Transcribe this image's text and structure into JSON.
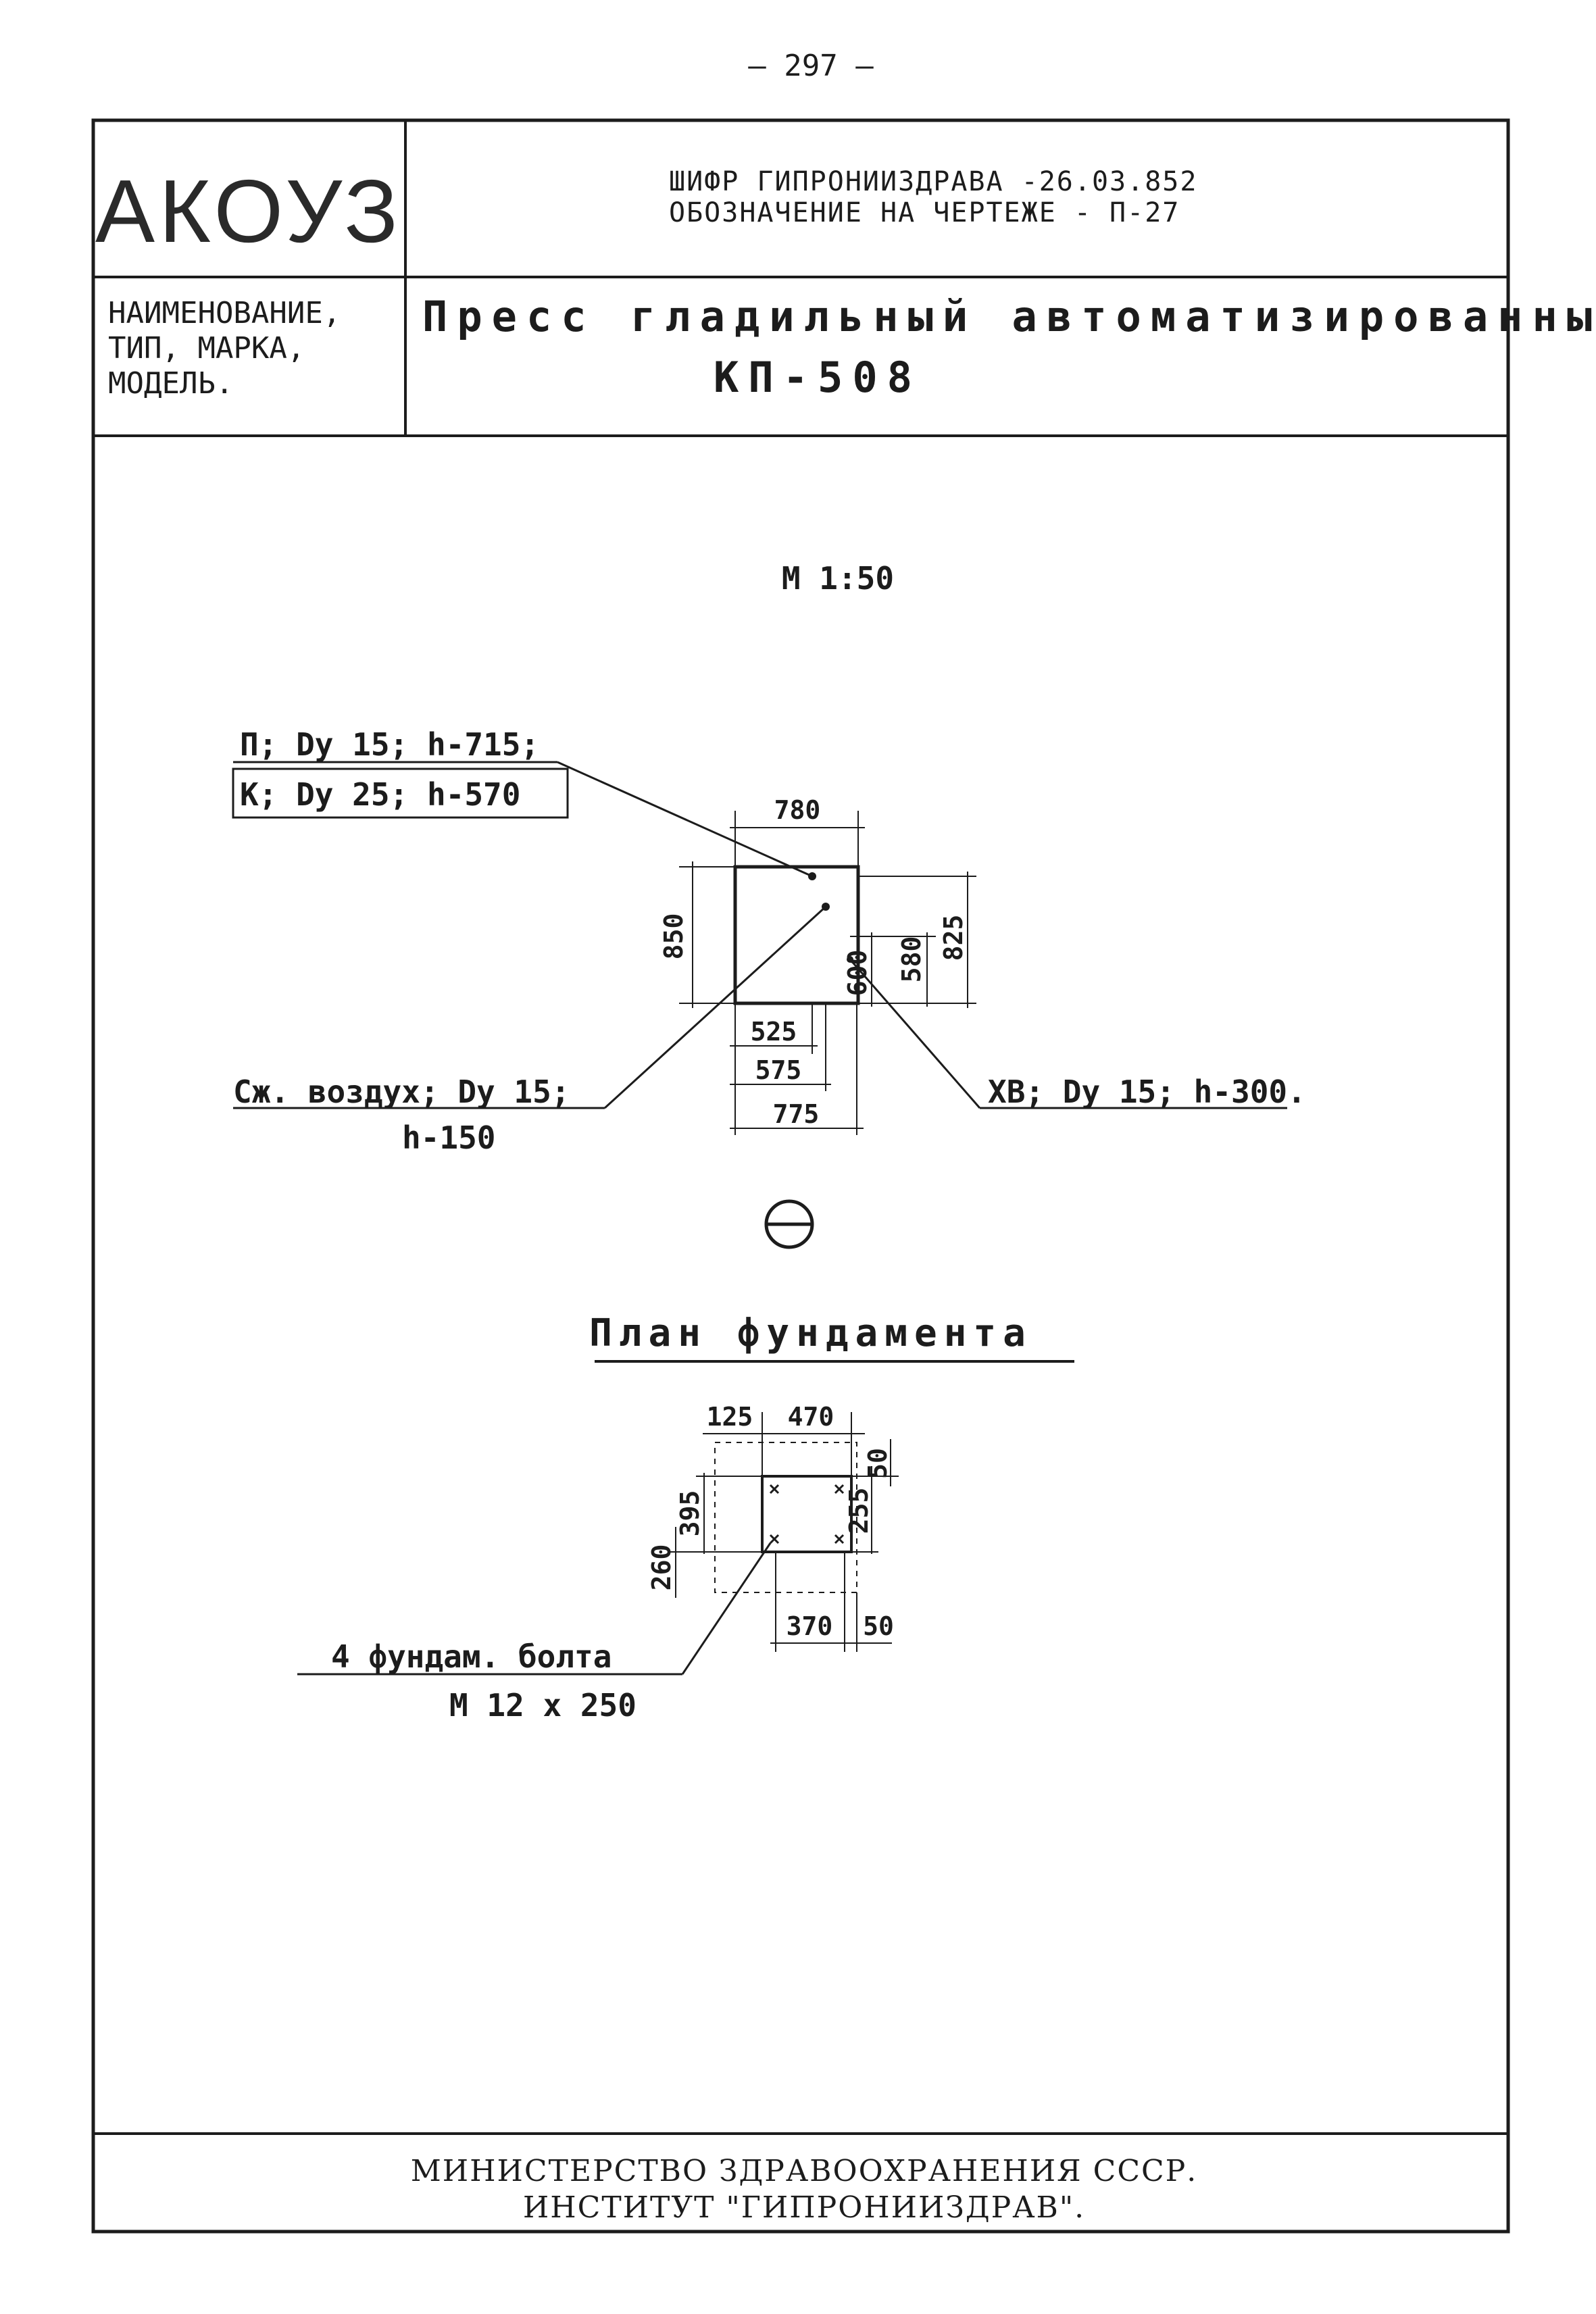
{
  "page_number": "— 297 —",
  "stamp": {
    "logo": "АКОУЗ",
    "cipher_line": "ШИФР ГИПРОНИИЗДРАВА     -26.03.852",
    "designation_line": "ОБОЗНАЧЕНИЕ НА ЧЕРТЕЖЕ - П-27",
    "name_label": [
      "НАИМЕНОВАНИЕ,",
      "ТИП, МАРКА,",
      "МОДЕЛЬ."
    ],
    "name_value": "Пресс гладильный автоматизированный",
    "model": "КП-508"
  },
  "drawing": {
    "scale": "М 1:50",
    "callouts": {
      "steam": "П; Dу 15; h-715;",
      "condensate": "К; Dу 25; h-570",
      "air": "Сж. воздух; Dу 15;",
      "air_height": "h-150",
      "cold_water": "ХВ; Dу 15; h-300."
    },
    "dims": {
      "width_top": "780",
      "height_left": "850",
      "d_600": "600",
      "d_580": "580",
      "d_825": "825",
      "d_525": "525",
      "d_575": "575",
      "d_775": "775"
    },
    "foundation": {
      "title": "План фундамента",
      "dims": {
        "d_125": "125",
        "d_470": "470",
        "d_50_top": "50",
        "d_395": "395",
        "d_260": "260",
        "d_255": "255",
        "d_370": "370",
        "d_50_bottom": "50"
      },
      "bolts": "4 фундам. болта",
      "bolt_size": "М 12 х 250"
    }
  },
  "footer": {
    "line1": "МИНИСТЕРСТВО ЗДРАВООХРАНЕНИЯ СССР.",
    "line2": "ИНСТИТУТ \"ГИПРОНИИЗДРАВ\"."
  }
}
